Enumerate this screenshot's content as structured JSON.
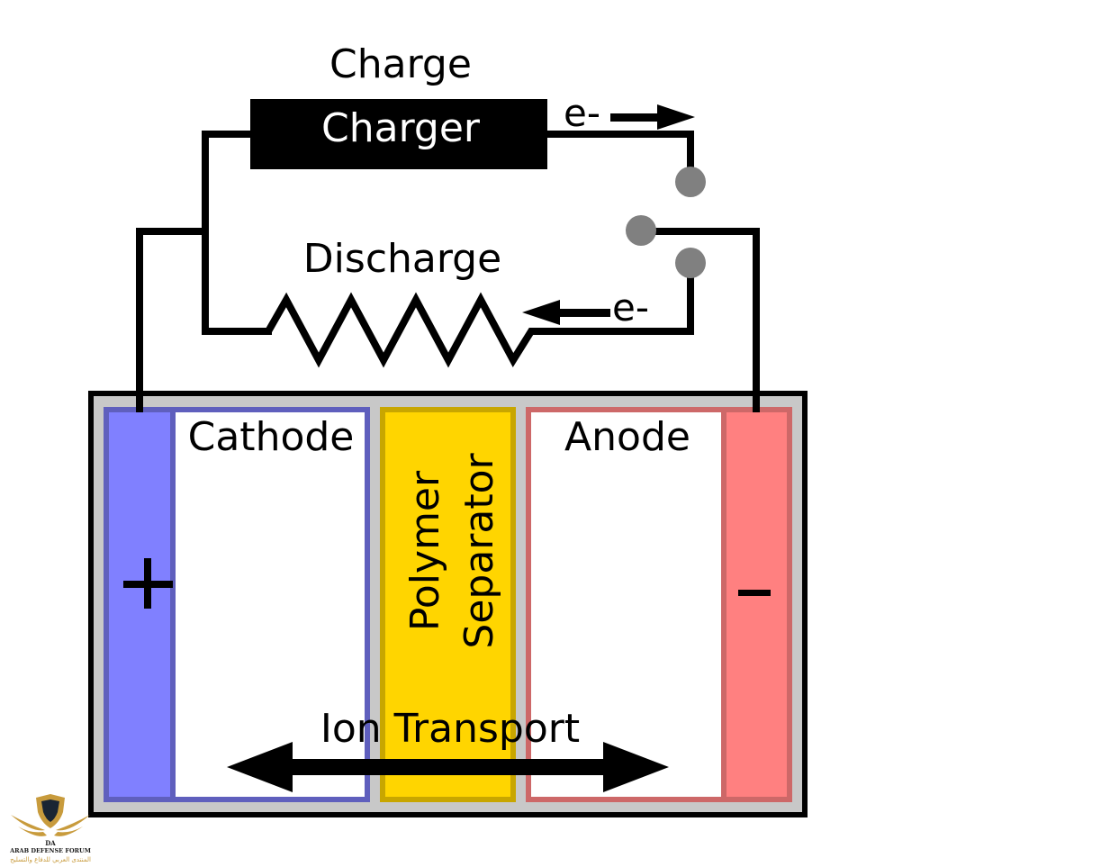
{
  "diagram": {
    "title": "Lithium-ion battery charge/discharge schematic",
    "labels": {
      "charge": "Charge",
      "charger": "Charger",
      "discharge": "Discharge",
      "electron_top": "e-",
      "electron_bottom": "e-",
      "cathode": "Cathode",
      "anode": "Anode",
      "separator_line1": "Polymer",
      "separator_line2": "Separator",
      "ion_transport": "Ion Transport",
      "positive": "+",
      "negative": "−"
    },
    "colors": {
      "cathode_fill": "#8080ff",
      "cathode_border": "#5f5fbd",
      "anode_fill": "#ff8080",
      "anode_border": "#cd6868",
      "separator_fill": "#ffd500",
      "separator_border": "#c8a600",
      "casing": "#c8c8c8",
      "switch_contacts": "#808080",
      "wire": "#000000"
    }
  },
  "watermark": {
    "monogram": "DA",
    "name_en": "ARAB DEFENSE FORUM",
    "name_ar": "المنتدى العربي للدفاع والتسليح"
  }
}
